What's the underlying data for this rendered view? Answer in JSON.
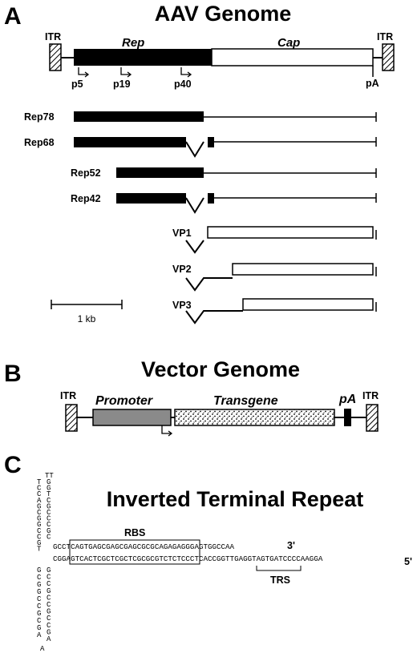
{
  "panels": {
    "a": {
      "letter": "A",
      "title": "AAV Genome",
      "itr_left": "ITR",
      "itr_right": "ITR",
      "rep_label": "Rep",
      "cap_label": "Cap",
      "promoters": [
        "p5",
        "p19",
        "p40"
      ],
      "pa_label": "pA",
      "transcripts": [
        "Rep78",
        "Rep68",
        "Rep52",
        "Rep42",
        "VP1",
        "VP2",
        "VP3"
      ],
      "scale_label": "1 kb"
    },
    "b": {
      "letter": "B",
      "title": "Vector Genome",
      "itr_left": "ITR",
      "itr_right": "ITR",
      "promoter_label": "Promoter",
      "transgene_label": "Transgene",
      "pa_label": "pA"
    },
    "c": {
      "letter": "C",
      "title": "Inverted Terminal Repeat",
      "rbs_label": "RBS",
      "trs_label": "TRS",
      "end3": "3'",
      "end5": "5'",
      "top_strand": {
        "pre": "GCCT",
        "boxed": "CAGTGAGCGAGCGAGCGCGCAGA",
        "post": "GAGGGAGTGGCCAA"
      },
      "bottom_strand": {
        "pre": "CGGA",
        "boxed": "GTCACTCGCTCGCTCGCGCGTCT",
        "mid": "CTCCCTCACC",
        "trs": "GGTTGAGG",
        "post": "TAGTGATCCCCAAGGA"
      },
      "hairpin_left_column": "TCCAGCGGCCGT",
      "hairpin_right_column": "GGTCGCCCGC",
      "hairpin_top": "TT",
      "lower_left_column": "GCGGCCGCGA",
      "lower_right_column": "GCCGCCGCCGA",
      "hairpin_bottom": "A"
    }
  }
}
